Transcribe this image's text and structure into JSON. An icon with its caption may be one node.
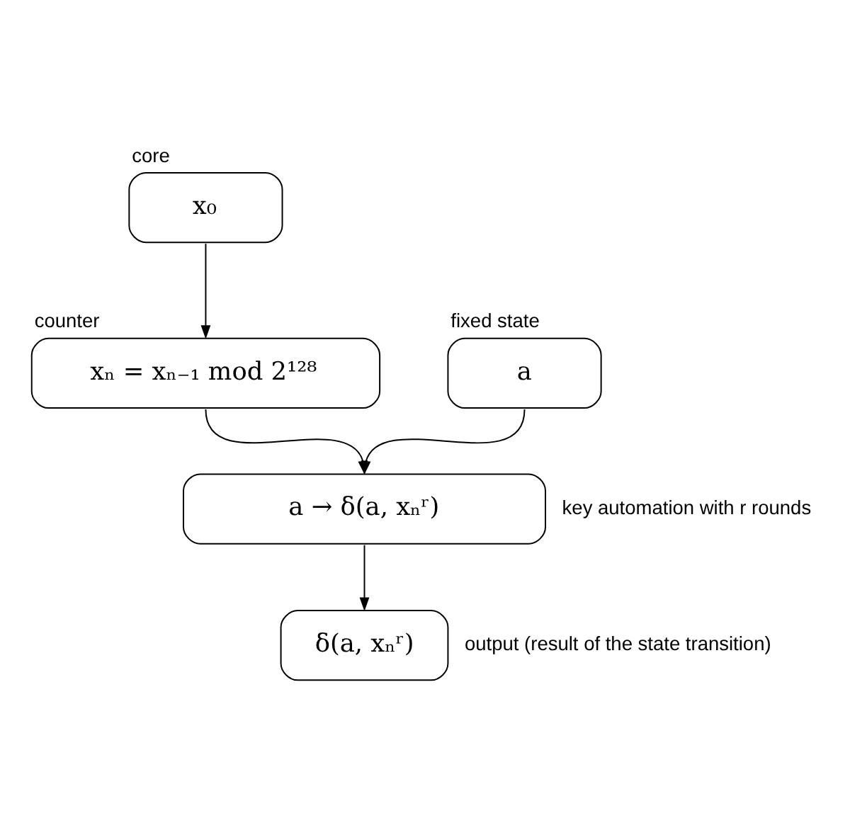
{
  "diagram": {
    "nodes": [
      {
        "text": [
          "x₀"
        ],
        "beside": [
          "core"
        ]
      },
      {
        "text": [
          "a"
        ],
        "beside": [
          "fixed state"
        ]
      },
      {
        "text": [
          "xₙ = xₙ₋₁ mod 2¹²⁸"
        ],
        "beside": [
          "counter"
        ]
      },
      {
        "text": [
          "a → δ(a, xₙʳ)"
        ],
        "beside": [
          "key automation with r rounds"
        ]
      },
      {
        "text": [
          "δ(a, xₙʳ)"
        ],
        "beside": [
          "output (result of the state transition)"
        ]
      }
    ],
    "edges": [
      {
        "from": 0,
        "to": 2,
        "arrow": "to"
      },
      {
        "from": 1,
        "to": 3,
        "arrow": "to"
      },
      {
        "from": 2,
        "to": 3,
        "arrow": "to"
      },
      {
        "from": 3,
        "to": 4,
        "arrow": "to"
      }
    ]
  }
}
